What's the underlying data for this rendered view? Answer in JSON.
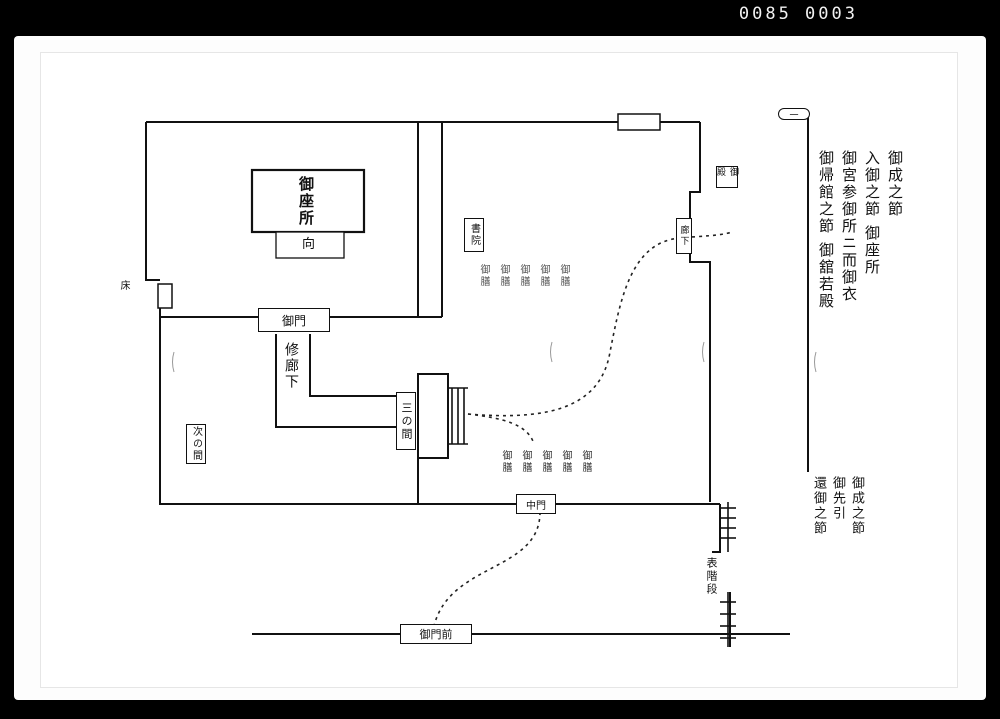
{
  "frame_number": "0085 0003",
  "labels": {
    "main_hall": "御座所",
    "facing": "向",
    "east_room": "床",
    "gate_left": "御門",
    "corridor": "修廊下",
    "stair_area": "三の間",
    "lower_room": "次の間",
    "courtyard_room": "書院",
    "bottom_gate": "御門前",
    "sub_gate": "中門",
    "right_stairs": "表階段",
    "right_annex": "廊下",
    "right_small": "御殿"
  },
  "small_columns_top": [
    "御膳",
    "御膳",
    "御膳",
    "御膳",
    "御膳"
  ],
  "small_columns_bottom": [
    "御膳",
    "御膳",
    "御膳",
    "御膳",
    "御膳"
  ],
  "legend": {
    "top_mark": "一",
    "col1": "御成之節",
    "col2": "入御之節 御座所",
    "col3": "御宮参御所ニ而御衣",
    "col4": "御帰館之節 御舘若殿",
    "col5": "御成之節",
    "col6": "御先引",
    "col7": "還御之節"
  }
}
